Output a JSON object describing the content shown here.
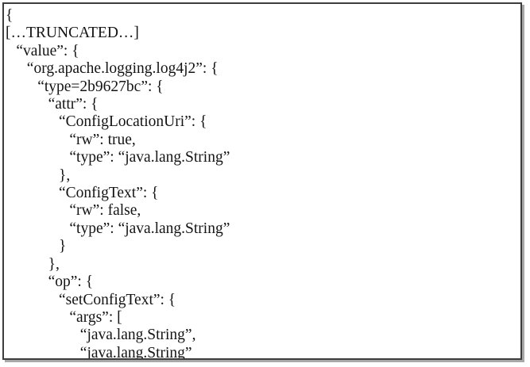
{
  "listing": {
    "description": "truncated-json-mbean-listing",
    "lines": [
      {
        "indent": 0,
        "text": "{"
      },
      {
        "indent": 0,
        "text": "[…TRUNCATED…]"
      },
      {
        "indent": 1,
        "text": "“value”: {"
      },
      {
        "indent": 2,
        "text": "“org.apache.logging.log4j2”: {"
      },
      {
        "indent": 3,
        "text": "“type=2b9627bc”: {"
      },
      {
        "indent": 4,
        "text": "“attr”: {"
      },
      {
        "indent": 5,
        "text": "“ConfigLocationUri”: {"
      },
      {
        "indent": 6,
        "text": "“rw”: true,"
      },
      {
        "indent": 6,
        "text": "“type”: “java.lang.String”"
      },
      {
        "indent": 5,
        "text": "},"
      },
      {
        "indent": 5,
        "text": "“ConfigText”: {"
      },
      {
        "indent": 6,
        "text": "“rw”: false,"
      },
      {
        "indent": 6,
        "text": "“type”: “java.lang.String”"
      },
      {
        "indent": 5,
        "text": "}"
      },
      {
        "indent": 4,
        "text": "},"
      },
      {
        "indent": 4,
        "text": "“op”: {"
      },
      {
        "indent": 5,
        "text": "“setConfigText”: {"
      },
      {
        "indent": 6,
        "text": "“args”: ["
      },
      {
        "indent": 7,
        "text": "“java.lang.String”,"
      },
      {
        "indent": 7,
        "text": "“java.lang.String”"
      }
    ]
  },
  "colors": {
    "text": "#141414",
    "border": "#3d3d3d",
    "shadow": "#a8a8a8",
    "background": "#ffffff"
  }
}
